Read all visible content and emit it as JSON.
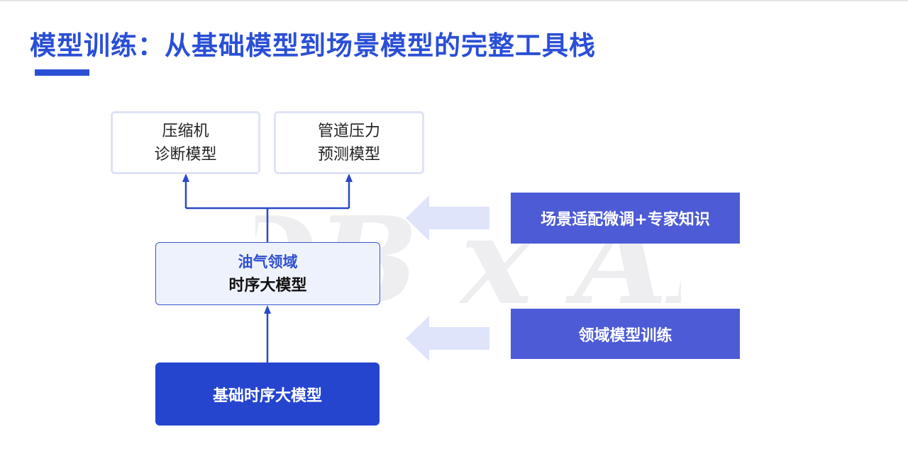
{
  "slide": {
    "title": "模型训练：从基础模型到场景模型的完整工具栈"
  },
  "diagram": {
    "outputs": [
      {
        "line1": "压缩机",
        "line2": "诊断模型"
      },
      {
        "line1": "管道压力",
        "line2": "预测模型"
      }
    ],
    "domain_model": {
      "line1": "油气领域",
      "line2": "时序大模型"
    },
    "base_model": {
      "label": "基础时序大模型"
    },
    "inputs": [
      {
        "label": "场景适配微调+专家知识"
      },
      {
        "label": "领域模型训练"
      }
    ]
  },
  "watermark": {
    "text": "DB x AI"
  },
  "colors": {
    "accent": "#2a4fd6",
    "base_box": "#2545cf",
    "side_box": "#4d5bd6",
    "domain_box_fill": "#eef2fc",
    "arrow_light": "#dfe4fb"
  }
}
